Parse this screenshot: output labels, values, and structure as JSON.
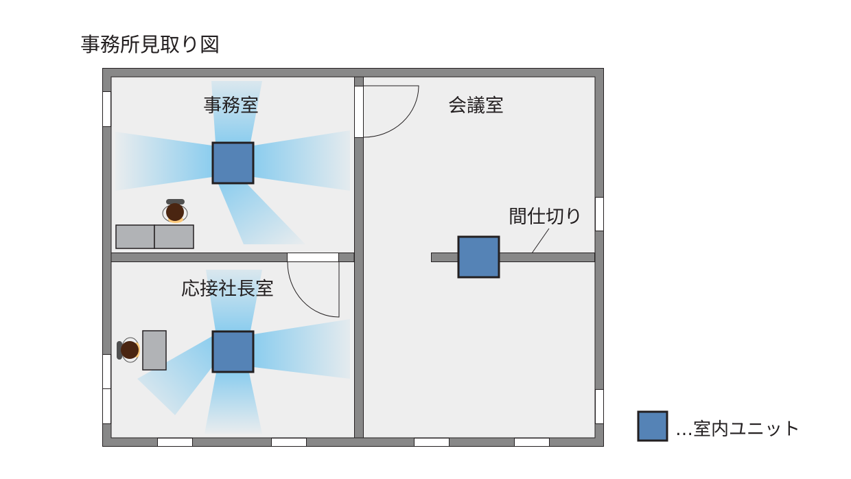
{
  "title": "事務所見取り図",
  "rooms": {
    "office": "事務室",
    "meeting": "会議室",
    "reception": "応接社長室"
  },
  "partition_label": "間仕切り",
  "legend": {
    "label": "…室内ユニット"
  },
  "colors": {
    "wall": "#888888",
    "floor": "#eeeeee",
    "unit": "#5583b6",
    "airflow": "#8ccdee",
    "furniture": "#b1b3b6"
  }
}
